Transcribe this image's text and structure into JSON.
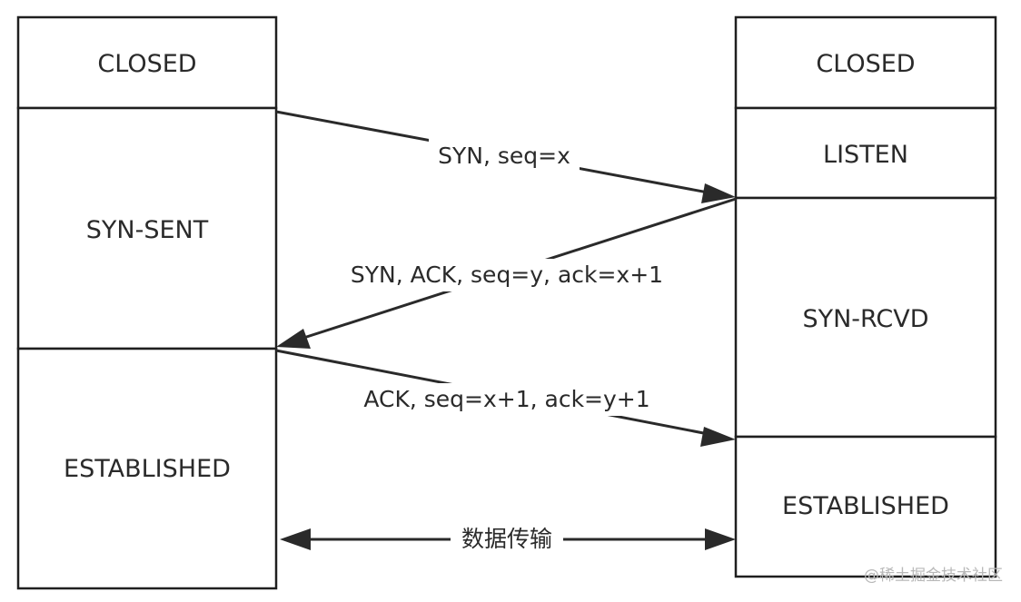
{
  "client_states": [
    "CLOSED",
    "SYN-SENT",
    "ESTABLISHED"
  ],
  "server_states": [
    "CLOSED",
    "LISTEN",
    "SYN-RCVD",
    "ESTABLISHED"
  ],
  "messages": [
    {
      "label": "SYN, seq=x",
      "direction": "client-to-server"
    },
    {
      "label": "SYN, ACK, seq=y, ack=x+1",
      "direction": "server-to-client"
    },
    {
      "label": "ACK, seq=x+1, ack=y+1",
      "direction": "client-to-server"
    },
    {
      "label": "数据传输",
      "direction": "bidirectional"
    }
  ],
  "watermark": "@稀土掘金技术社区",
  "colors": {
    "line": "#2a2a2a",
    "border": "#1f1f1f",
    "watermark": "#b8b8b8"
  }
}
